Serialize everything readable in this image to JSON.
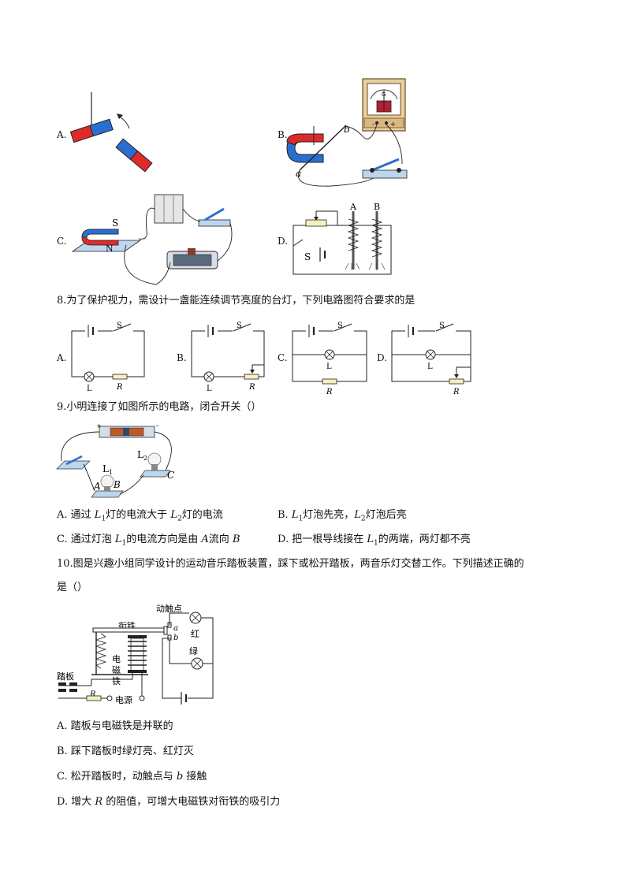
{
  "q7_options": {
    "A": {
      "label": "A."
    },
    "B": {
      "label": "B.",
      "point_a": "a",
      "point_b": "b",
      "meter_minus": "-",
      "meter_plus": "+",
      "meter_g": "G"
    },
    "C": {
      "label": "C.",
      "pole_s": "S",
      "pole_n": "N"
    },
    "D": {
      "label": "D.",
      "nail_a": "A",
      "nail_b": "B",
      "switch": "S"
    }
  },
  "q8": {
    "question": "8.为了保护视力，需设计一盏能连续调节亮度的台灯，下列电路图符合要求的是",
    "options": [
      {
        "label": "A.",
        "switch": "S",
        "lamp": "L",
        "resistor": "R"
      },
      {
        "label": "B.",
        "switch": "S",
        "lamp": "L",
        "resistor": "R"
      },
      {
        "label": "C.",
        "switch": "S",
        "lamp": "L",
        "resistor": "R"
      },
      {
        "label": "D.",
        "switch": "S",
        "lamp": "L",
        "resistor": "R"
      }
    ]
  },
  "q9": {
    "question": "9.小明连接了如图所示的电路，闭合开关（）",
    "figure": {
      "l1": "L",
      "l1_sub": "1",
      "l2": "L",
      "l2_sub": "2",
      "a": "A",
      "b": "B",
      "c": "C",
      "plus": "+",
      "minus": "-"
    },
    "options": {
      "A": {
        "pre": "A. 通过 ",
        "v1": "L",
        "s1": "1",
        "mid": "灯的电流大于 ",
        "v2": "L",
        "s2": "2",
        "post": "灯的电流"
      },
      "B": {
        "pre": "B. ",
        "v1": "L",
        "s1": "1",
        "mid": "灯泡先亮，",
        "v2": "L",
        "s2": "2",
        "post": "灯泡后亮"
      },
      "C": {
        "pre": "C. 通过灯泡 ",
        "v1": "L",
        "s1": "1",
        "mid": "的电流方向是由 ",
        "v2": "A",
        "mid2": "流向 ",
        "v3": "B"
      },
      "D": {
        "pre": "D. 把一根导线接在 ",
        "v1": "L",
        "s1": "1",
        "post": "的两端，两灯都不亮"
      }
    }
  },
  "q10": {
    "question_line1": "10.图是兴趣小组同学设计的运动音乐踏板装置，踩下或松开踏板，两音乐灯交替工作。下列描述正确的",
    "question_line2": "是（）",
    "figure": {
      "moving_contact": "动触点",
      "armature": "衔铁",
      "em1": "电",
      "em2": "磁",
      "em3": "铁",
      "red": "红",
      "green": "绿",
      "a": "a",
      "b": "b",
      "pedal": "踏板",
      "r": "R",
      "power": "电源"
    },
    "options": {
      "A": "A. 踏板与电磁铁是并联的",
      "B": "B. 踩下踏板时绿灯亮、红灯灭",
      "C_pre": "C. 松开踏板时，动触点与 ",
      "C_var": "b",
      "C_post": " 接触",
      "D_pre": "D. 增大 ",
      "D_var": "R",
      "D_post": " 的阻值，可增大电磁铁对衔铁的吸引力"
    }
  }
}
